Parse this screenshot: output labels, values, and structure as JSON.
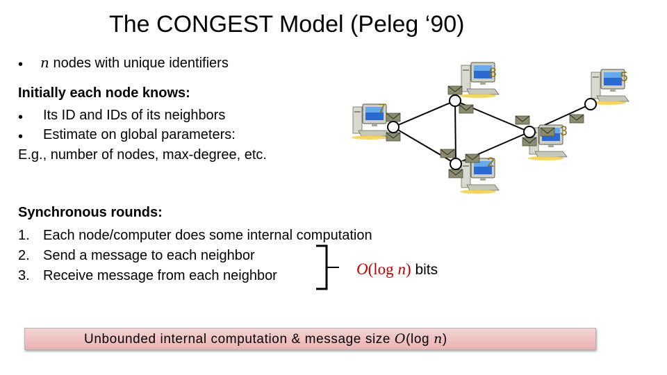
{
  "title": "The CONGEST Model (Peleg ‘90)",
  "bullet_symbol": "•",
  "intro": {
    "var": "n",
    "text": " nodes with unique identifiers"
  },
  "initial_heading": "Initially each node knows:",
  "initial_items": [
    "Its ID and IDs of its neighbors",
    "Estimate on global parameters:"
  ],
  "example_line": "E.g., number of nodes, max-degree, etc.",
  "rounds_heading": "Synchronous rounds:",
  "rounds_items": [
    {
      "num": "1.",
      "text": "Each node/computer does some internal computation"
    },
    {
      "num": "2.",
      "text": "Send a message to each neighbor"
    },
    {
      "num": "3.",
      "text": "Receive message from each neighbor"
    }
  ],
  "bits_note": {
    "O": "O",
    "open": "(log ",
    "var": "n",
    "close": ")",
    "suffix": " bits"
  },
  "banner": {
    "text": "Unbounded internal computation & message size ",
    "O": "O",
    "open": "(log ",
    "var": "n",
    "close": ")"
  },
  "node_ids": [
    "8",
    "5",
    "7",
    "3",
    "2"
  ],
  "colors": {
    "bits_red": "#c00000",
    "node_label": "#8a6d00",
    "envelope": "#7a7a5e",
    "banner": "#eab2b2"
  }
}
